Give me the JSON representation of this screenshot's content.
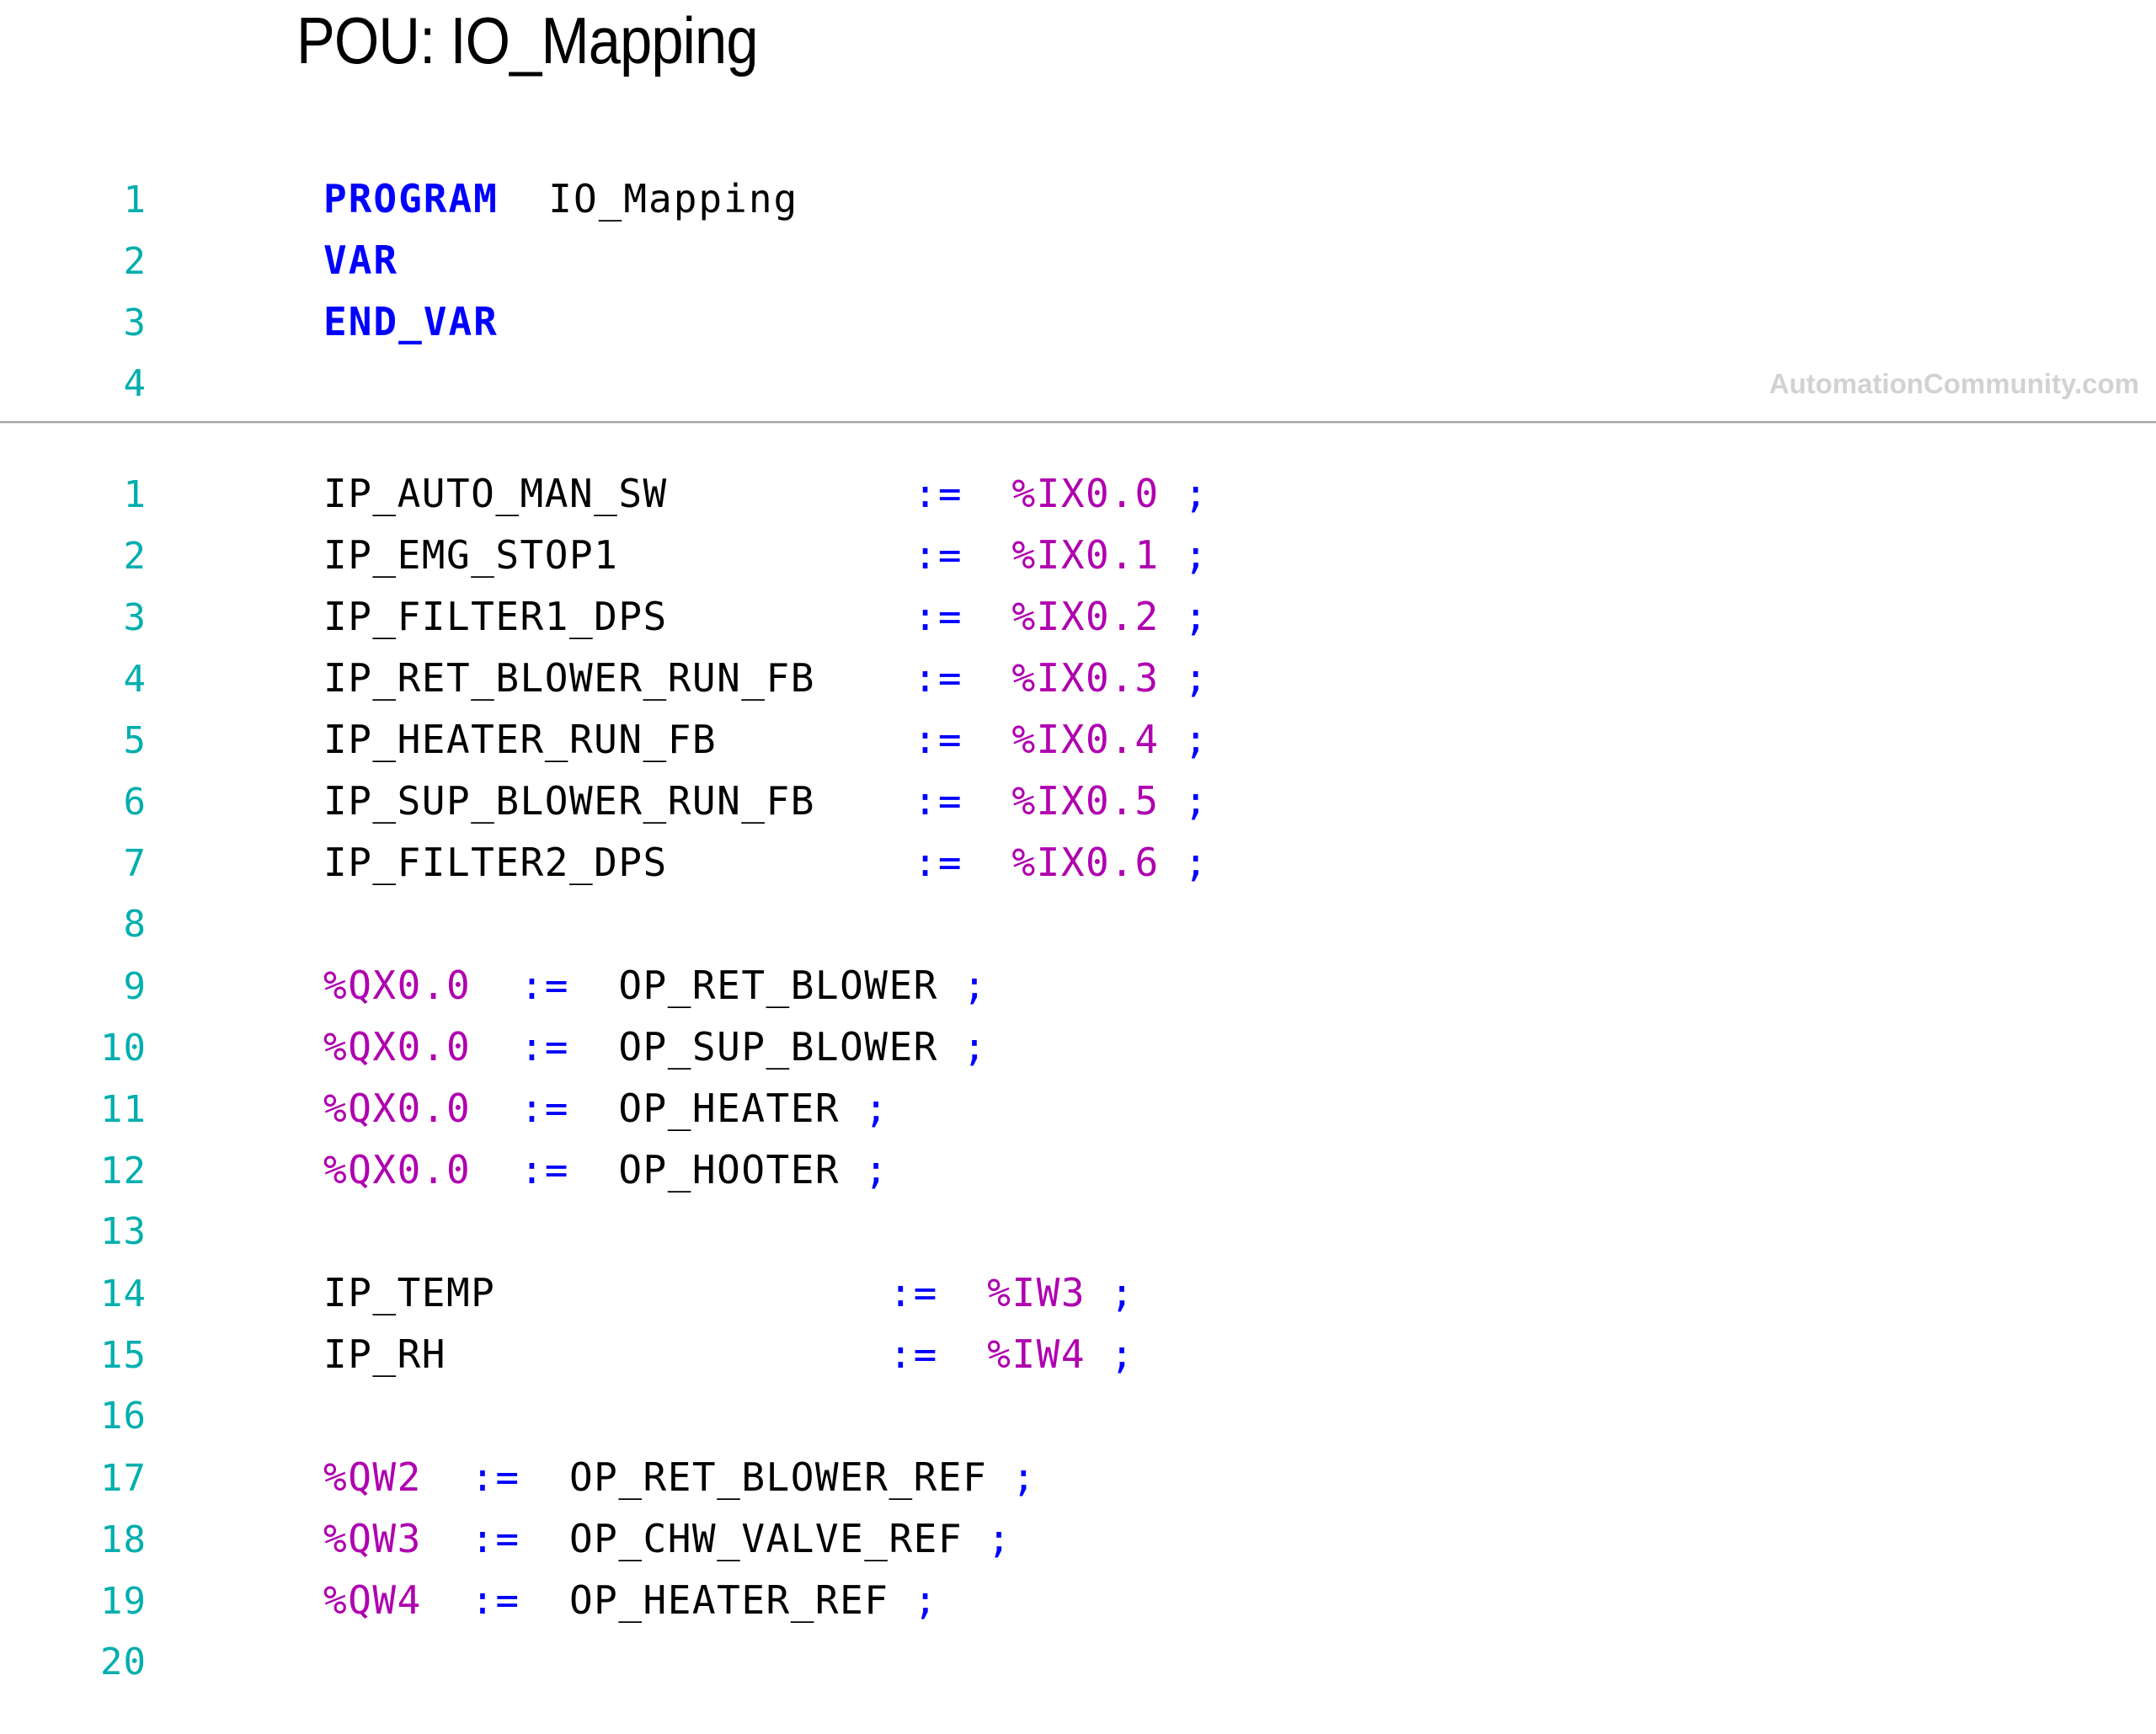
{
  "title": "POU: IO_Mapping",
  "watermark": "AutomationCommunity.com",
  "colors": {
    "keyword": "#0000FF",
    "operator": "#0000FF",
    "address": "#AF00AF",
    "identifier": "#000000",
    "line_number": "#00AEAE",
    "separator": "#A6A6A6",
    "watermark": "#D2D2D2",
    "background": "#FFFFFF"
  },
  "declaration": {
    "line_numbers": [
      "1",
      "2",
      "3",
      "4"
    ],
    "lines": [
      {
        "n": "1",
        "tokens": [
          {
            "t": "PROGRAM",
            "c": "kw"
          },
          {
            "t": "  ",
            "c": "id"
          },
          {
            "t": "IO_Mapping",
            "c": "id"
          }
        ]
      },
      {
        "n": "2",
        "tokens": [
          {
            "t": "VAR",
            "c": "kw"
          }
        ]
      },
      {
        "n": "3",
        "tokens": [
          {
            "t": "END_VAR",
            "c": "kw"
          }
        ]
      },
      {
        "n": "4",
        "tokens": []
      }
    ]
  },
  "body": {
    "line_numbers": [
      "1",
      "2",
      "3",
      "4",
      "5",
      "6",
      "7",
      "8",
      "9",
      "10",
      "11",
      "12",
      "13",
      "14",
      "15",
      "16",
      "17",
      "18",
      "19",
      "20"
    ],
    "lines": [
      {
        "n": "1",
        "tokens": [
          {
            "t": "IP_AUTO_MAN_SW",
            "c": "id"
          },
          {
            "t": "          ",
            "c": "id"
          },
          {
            "t": ":=",
            "c": "op"
          },
          {
            "t": "  ",
            "c": "id"
          },
          {
            "t": "%IX0.0",
            "c": "addr"
          },
          {
            "t": " ",
            "c": "id"
          },
          {
            "t": ";",
            "c": "op"
          }
        ]
      },
      {
        "n": "2",
        "tokens": [
          {
            "t": "IP_EMG_STOP1",
            "c": "id"
          },
          {
            "t": "            ",
            "c": "id"
          },
          {
            "t": ":=",
            "c": "op"
          },
          {
            "t": "  ",
            "c": "id"
          },
          {
            "t": "%IX0.1",
            "c": "addr"
          },
          {
            "t": " ",
            "c": "id"
          },
          {
            "t": ";",
            "c": "op"
          }
        ]
      },
      {
        "n": "3",
        "tokens": [
          {
            "t": "IP_FILTER1_DPS",
            "c": "id"
          },
          {
            "t": "          ",
            "c": "id"
          },
          {
            "t": ":=",
            "c": "op"
          },
          {
            "t": "  ",
            "c": "id"
          },
          {
            "t": "%IX0.2",
            "c": "addr"
          },
          {
            "t": " ",
            "c": "id"
          },
          {
            "t": ";",
            "c": "op"
          }
        ]
      },
      {
        "n": "4",
        "tokens": [
          {
            "t": "IP_RET_BLOWER_RUN_FB",
            "c": "id"
          },
          {
            "t": "    ",
            "c": "id"
          },
          {
            "t": ":=",
            "c": "op"
          },
          {
            "t": "  ",
            "c": "id"
          },
          {
            "t": "%IX0.3",
            "c": "addr"
          },
          {
            "t": " ",
            "c": "id"
          },
          {
            "t": ";",
            "c": "op"
          }
        ]
      },
      {
        "n": "5",
        "tokens": [
          {
            "t": "IP_HEATER_RUN_FB",
            "c": "id"
          },
          {
            "t": "        ",
            "c": "id"
          },
          {
            "t": ":=",
            "c": "op"
          },
          {
            "t": "  ",
            "c": "id"
          },
          {
            "t": "%IX0.4",
            "c": "addr"
          },
          {
            "t": " ",
            "c": "id"
          },
          {
            "t": ";",
            "c": "op"
          }
        ]
      },
      {
        "n": "6",
        "tokens": [
          {
            "t": "IP_SUP_BLOWER_RUN_FB",
            "c": "id"
          },
          {
            "t": "    ",
            "c": "id"
          },
          {
            "t": ":=",
            "c": "op"
          },
          {
            "t": "  ",
            "c": "id"
          },
          {
            "t": "%IX0.5",
            "c": "addr"
          },
          {
            "t": " ",
            "c": "id"
          },
          {
            "t": ";",
            "c": "op"
          }
        ]
      },
      {
        "n": "7",
        "tokens": [
          {
            "t": "IP_FILTER2_DPS",
            "c": "id"
          },
          {
            "t": "          ",
            "c": "id"
          },
          {
            "t": ":=",
            "c": "op"
          },
          {
            "t": "  ",
            "c": "id"
          },
          {
            "t": "%IX0.6",
            "c": "addr"
          },
          {
            "t": " ",
            "c": "id"
          },
          {
            "t": ";",
            "c": "op"
          }
        ]
      },
      {
        "n": "8",
        "tokens": []
      },
      {
        "n": "9",
        "tokens": [
          {
            "t": "%QX0.0",
            "c": "addr"
          },
          {
            "t": "  ",
            "c": "id"
          },
          {
            "t": ":=",
            "c": "op"
          },
          {
            "t": "  ",
            "c": "id"
          },
          {
            "t": "OP_RET_BLOWER",
            "c": "id"
          },
          {
            "t": " ",
            "c": "id"
          },
          {
            "t": ";",
            "c": "op"
          }
        ]
      },
      {
        "n": "10",
        "tokens": [
          {
            "t": "%QX0.0",
            "c": "addr"
          },
          {
            "t": "  ",
            "c": "id"
          },
          {
            "t": ":=",
            "c": "op"
          },
          {
            "t": "  ",
            "c": "id"
          },
          {
            "t": "OP_SUP_BLOWER",
            "c": "id"
          },
          {
            "t": " ",
            "c": "id"
          },
          {
            "t": ";",
            "c": "op"
          }
        ]
      },
      {
        "n": "11",
        "tokens": [
          {
            "t": "%QX0.0",
            "c": "addr"
          },
          {
            "t": "  ",
            "c": "id"
          },
          {
            "t": ":=",
            "c": "op"
          },
          {
            "t": "  ",
            "c": "id"
          },
          {
            "t": "OP_HEATER",
            "c": "id"
          },
          {
            "t": " ",
            "c": "id"
          },
          {
            "t": ";",
            "c": "op"
          }
        ]
      },
      {
        "n": "12",
        "tokens": [
          {
            "t": "%QX0.0",
            "c": "addr"
          },
          {
            "t": "  ",
            "c": "id"
          },
          {
            "t": ":=",
            "c": "op"
          },
          {
            "t": "  ",
            "c": "id"
          },
          {
            "t": "OP_HOOTER",
            "c": "id"
          },
          {
            "t": " ",
            "c": "id"
          },
          {
            "t": ";",
            "c": "op"
          }
        ]
      },
      {
        "n": "13",
        "tokens": []
      },
      {
        "n": "14",
        "tokens": [
          {
            "t": "IP_TEMP",
            "c": "id"
          },
          {
            "t": "                ",
            "c": "id"
          },
          {
            "t": ":=",
            "c": "op"
          },
          {
            "t": "  ",
            "c": "id"
          },
          {
            "t": "%IW3",
            "c": "addr"
          },
          {
            "t": " ",
            "c": "id"
          },
          {
            "t": ";",
            "c": "op"
          }
        ]
      },
      {
        "n": "15",
        "tokens": [
          {
            "t": "IP_RH",
            "c": "id"
          },
          {
            "t": "                  ",
            "c": "id"
          },
          {
            "t": ":=",
            "c": "op"
          },
          {
            "t": "  ",
            "c": "id"
          },
          {
            "t": "%IW4",
            "c": "addr"
          },
          {
            "t": " ",
            "c": "id"
          },
          {
            "t": ";",
            "c": "op"
          }
        ]
      },
      {
        "n": "16",
        "tokens": []
      },
      {
        "n": "17",
        "tokens": [
          {
            "t": "%QW2",
            "c": "addr"
          },
          {
            "t": "  ",
            "c": "id"
          },
          {
            "t": ":=",
            "c": "op"
          },
          {
            "t": "  ",
            "c": "id"
          },
          {
            "t": "OP_RET_BLOWER_REF",
            "c": "id"
          },
          {
            "t": " ",
            "c": "id"
          },
          {
            "t": ";",
            "c": "op"
          }
        ]
      },
      {
        "n": "18",
        "tokens": [
          {
            "t": "%QW3",
            "c": "addr"
          },
          {
            "t": "  ",
            "c": "id"
          },
          {
            "t": ":=",
            "c": "op"
          },
          {
            "t": "  ",
            "c": "id"
          },
          {
            "t": "OP_CHW_VALVE_REF",
            "c": "id"
          },
          {
            "t": " ",
            "c": "id"
          },
          {
            "t": ";",
            "c": "op"
          }
        ]
      },
      {
        "n": "19",
        "tokens": [
          {
            "t": "%QW4",
            "c": "addr"
          },
          {
            "t": "  ",
            "c": "id"
          },
          {
            "t": ":=",
            "c": "op"
          },
          {
            "t": "  ",
            "c": "id"
          },
          {
            "t": "OP_HEATER_REF",
            "c": "id"
          },
          {
            "t": " ",
            "c": "id"
          },
          {
            "t": ";",
            "c": "op"
          }
        ]
      },
      {
        "n": "20",
        "tokens": []
      }
    ]
  }
}
